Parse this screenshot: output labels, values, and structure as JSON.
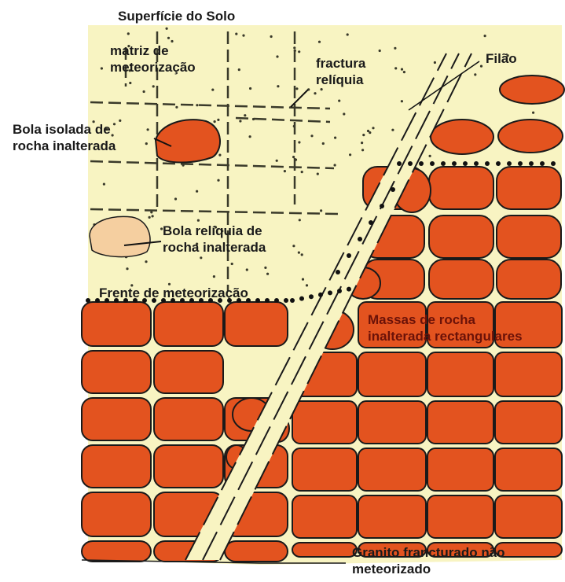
{
  "labels": {
    "surface": "Superfície do Solo",
    "matrix": [
      "matriz de",
      "meteorização"
    ],
    "fracture": [
      "fractura",
      "relíquia"
    ],
    "dyke": "Filão",
    "isolated_ball": [
      "Bola isolada de",
      "rocha inalterada"
    ],
    "relic_ball": [
      "Bola relíquia de",
      "rocha inalterada"
    ],
    "weathering_front": "Frente de meteorização",
    "rect_masses": [
      "Massas de rocha",
      "inalterada rectangulares"
    ],
    "fresh_granite": [
      "Granito francturado não",
      "meteorizado"
    ]
  },
  "colors": {
    "saprolite": "#f8f4c2",
    "fresh_rock": "#e3531f",
    "relic_ball": "#f5cfa0",
    "outline": "#1a1a1a",
    "crack_fill": "#f8f4c2"
  }
}
